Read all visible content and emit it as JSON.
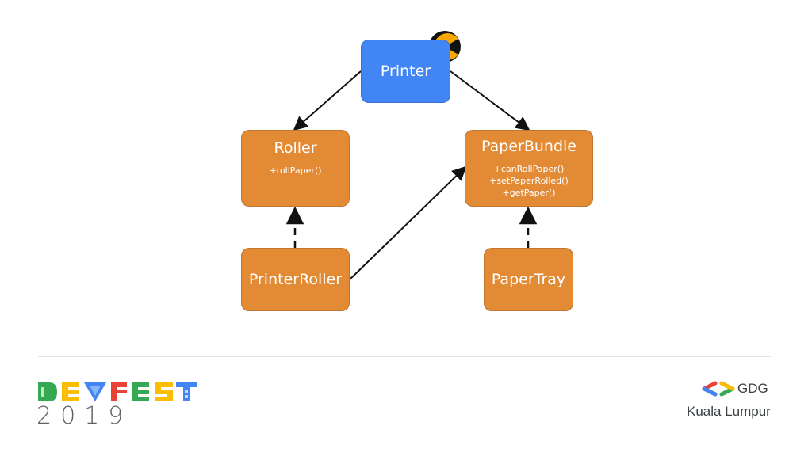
{
  "classes": {
    "printer": {
      "name": "Printer"
    },
    "roller": {
      "name": "Roller",
      "methods": [
        "+rollPaper()"
      ]
    },
    "paper_bundle": {
      "name": "PaperBundle",
      "methods": [
        "+canRollPaper()",
        "+setPaperRolled()",
        "+getPaper()"
      ]
    },
    "printer_roller": {
      "name": "PrinterRoller"
    },
    "paper_tray": {
      "name": "PaperTray"
    }
  },
  "relations": [
    {
      "from": "Printer",
      "to": "Roller",
      "style": "solid"
    },
    {
      "from": "Printer",
      "to": "PaperBundle",
      "style": "solid"
    },
    {
      "from": "PrinterRoller",
      "to": "PaperBundle",
      "style": "solid"
    },
    {
      "from": "PrinterRoller",
      "to": "Roller",
      "style": "dashed"
    },
    {
      "from": "PaperTray",
      "to": "PaperBundle",
      "style": "dashed"
    }
  ],
  "badge_icon": "pacman-icon",
  "footer": {
    "logo_text": "DEVFEST",
    "year": "2019",
    "org": "GDG",
    "city": "Kuala Lumpur",
    "logo_icon": "gdg-chevron-icon"
  },
  "colors": {
    "class_orange": "#e38a35",
    "class_blue": "#4285f4",
    "google_blue": "#4285f4",
    "google_red": "#ea4335",
    "google_yellow": "#fbbc04",
    "google_green": "#34a853"
  }
}
